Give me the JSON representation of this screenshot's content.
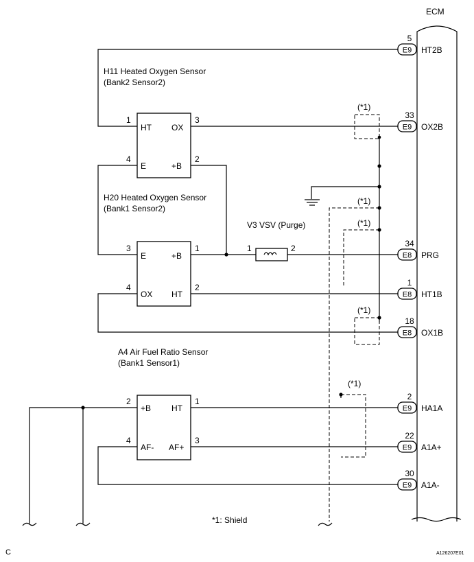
{
  "ecm": {
    "label": "ECM"
  },
  "sensors": {
    "h11": {
      "name": "H11 Heated Oxygen Sensor",
      "sub": "(Bank2 Sensor2)",
      "pins": {
        "p1": "1",
        "p3": "3",
        "p4": "4",
        "p2": "2"
      },
      "terms": {
        "ht": "HT",
        "ox": "OX",
        "e": "E",
        "b": "+B"
      }
    },
    "h20": {
      "name": "H20 Heated Oxygen Sensor",
      "sub": "(Bank1 Sensor2)",
      "pins": {
        "p3": "3",
        "p1": "1",
        "p4": "4",
        "p2": "2"
      },
      "terms": {
        "e": "E",
        "b": "+B",
        "ox": "OX",
        "ht": "HT"
      }
    },
    "v3": {
      "name": "V3 VSV (Purge)",
      "pins": {
        "p1": "1",
        "p2": "2"
      }
    },
    "a4": {
      "name": "A4 Air Fuel Ratio Sensor",
      "sub": "(Bank1 Sensor1)",
      "pins": {
        "p2": "2",
        "p1": "1",
        "p4": "4",
        "p3": "3"
      },
      "terms": {
        "b": "+B",
        "ht": "HT",
        "afm": "AF-",
        "afp": "AF+"
      }
    }
  },
  "connectors": [
    {
      "pin": "5",
      "conn": "E9",
      "signal": "HT2B"
    },
    {
      "pin": "33",
      "conn": "E9",
      "signal": "OX2B"
    },
    {
      "pin": "34",
      "conn": "E8",
      "signal": "PRG"
    },
    {
      "pin": "1",
      "conn": "E8",
      "signal": "HT1B"
    },
    {
      "pin": "18",
      "conn": "E8",
      "signal": "OX1B"
    },
    {
      "pin": "2",
      "conn": "E9",
      "signal": "HA1A"
    },
    {
      "pin": "22",
      "conn": "E9",
      "signal": "A1A+"
    },
    {
      "pin": "30",
      "conn": "E9",
      "signal": "A1A-"
    }
  ],
  "shield_label": "(*1)",
  "shield_note": "*1: Shield",
  "corner_letter": "C",
  "figure_code": "A126207E01"
}
